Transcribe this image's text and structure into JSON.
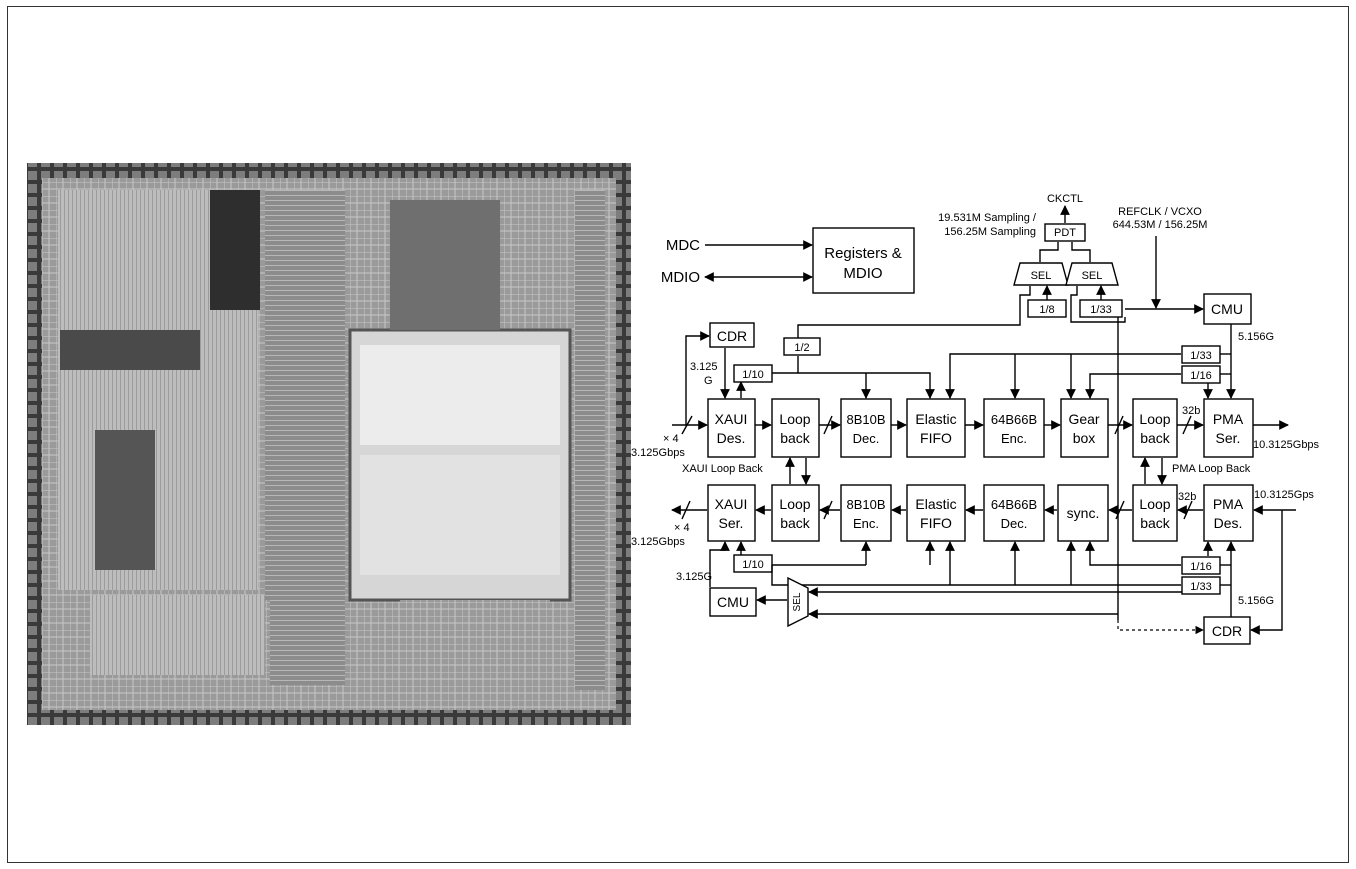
{
  "die_photo": {
    "caption": ""
  },
  "io_labels": {
    "mdc": "MDC",
    "mdio": "MDIO",
    "ckctl": "CKCTL",
    "sampling_line1": "19.531M Sampling /",
    "sampling_line2": "156.25M Sampling",
    "refclk_line1": "REFCLK / VCXO",
    "refclk_line2": "644.53M / 156.25M",
    "rx_in_x4": "× 4",
    "rx_in_rate": "3.125Gbps",
    "tx_out_x4": "× 4",
    "tx_out_rate": "3.125Gbps",
    "cdr_clock_1": "3.125",
    "cdr_clock_2": "G",
    "cmu_clock_top": "5.156G",
    "cmu_clock_bottom": "3.125G",
    "cdr_clock_bottom": "5.156G",
    "tx_serial_rate": "10.3125Gbps",
    "rx_serial_rate": "10.3125Gps",
    "bus_32b_top": "32b",
    "bus_32b_bottom": "32b",
    "xaui_loopback": "XAUI Loop Back",
    "pma_loopback": "PMA Loop Back"
  },
  "blocks": {
    "registers_line1": "Registers &",
    "registers_line2": "MDIO",
    "pdt": "PDT",
    "sel_left": "SEL",
    "sel_right": "SEL",
    "sel_bottom": "SEL",
    "div_1_8": "1/8",
    "div_1_33_top": "1/33",
    "div_1_2": "1/2",
    "cmu_top": "CMU",
    "cdr_top": "CDR",
    "div_1_10_top": "1/10",
    "div_1_33_r1": "1/33",
    "div_1_16_r1": "1/16",
    "div_1_16_r2": "1/16",
    "div_1_33_r2": "1/33",
    "div_1_10_bottom": "1/10",
    "cmu_bottom": "CMU",
    "cdr_bottom": "CDR",
    "xaui_des_1": "XAUI",
    "xaui_des_2": "Des.",
    "loop_top_1": "Loop",
    "loop_top_2": "back",
    "dec8b10b_1": "8B10B",
    "dec8b10b_2": "Dec.",
    "fifo_top_1": "Elastic",
    "fifo_top_2": "FIFO",
    "enc64b66b_1": "64B66B",
    "enc64b66b_2": "Enc.",
    "gearbox_1": "Gear",
    "gearbox_2": "box",
    "loop_top2_1": "Loop",
    "loop_top2_2": "back",
    "pma_ser_1": "PMA",
    "pma_ser_2": "Ser.",
    "xaui_ser_1": "XAUI",
    "xaui_ser_2": "Ser.",
    "loop_bot_1": "Loop",
    "loop_bot_2": "back",
    "enc8b10b_1": "8B10B",
    "enc8b10b_2": "Enc.",
    "fifo_bot_1": "Elastic",
    "fifo_bot_2": "FIFO",
    "dec64b66b_1": "64B66B",
    "dec64b66b_2": "Dec.",
    "sync": "sync.",
    "loop_bot2_1": "Loop",
    "loop_bot2_2": "back",
    "pma_des_1": "PMA",
    "pma_des_2": "Des."
  }
}
